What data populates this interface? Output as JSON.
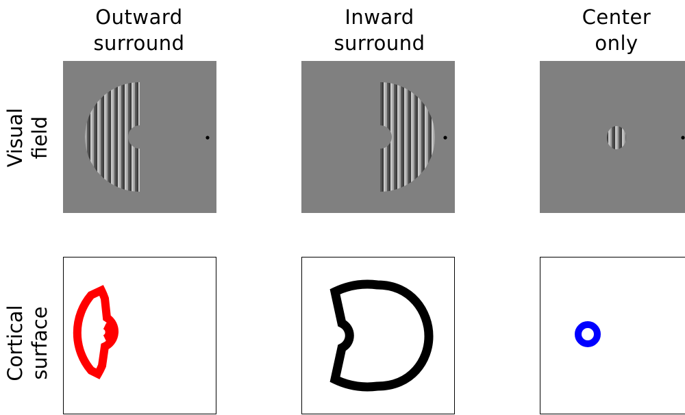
{
  "columns": [
    {
      "line1": "Outward",
      "line2": "surround"
    },
    {
      "line1": "Inward",
      "line2": "surround"
    },
    {
      "line1": "Center",
      "line2": "only"
    }
  ],
  "rows": [
    {
      "line1": "Visual",
      "line2": "field"
    },
    {
      "line1": "Cortical",
      "line2": "surface"
    }
  ],
  "colors": {
    "background_gray": "#808080",
    "outward": "#ff0000",
    "inward": "#000000",
    "center": "#0000ff"
  }
}
